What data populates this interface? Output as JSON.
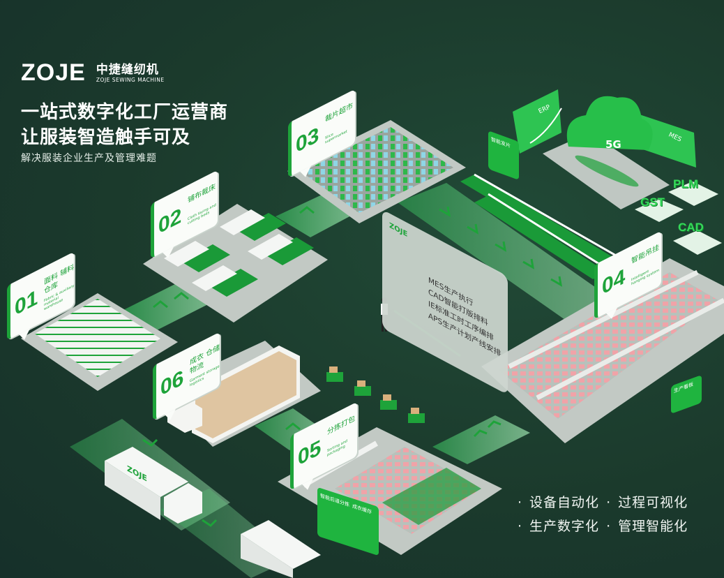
{
  "logo": {
    "brand": "ZOJE",
    "cn": "中捷缝纫机",
    "en": "ZOJE SEWING MACHINE"
  },
  "headline": {
    "line1": "一站式数字化工厂运营商",
    "line2": "让服装智造触手可及",
    "subtitle": "解决服装企业生产及管理难题"
  },
  "stations": [
    {
      "num": "01",
      "title": "面料 辅料仓库",
      "en": "Fabric & auxiliary material warehouse"
    },
    {
      "num": "02",
      "title": "铺布裁床",
      "en": "Cloth laying and cutting beds"
    },
    {
      "num": "03",
      "title": "裁片超市",
      "en": "Slice supermarket"
    },
    {
      "num": "04",
      "title": "智能吊挂",
      "en": "Intelligent hanging system"
    },
    {
      "num": "05",
      "title": "分拣打包",
      "en": "Sorting and packaging"
    },
    {
      "num": "06",
      "title": "成衣 仓储物流",
      "en": "Garment storage logistics"
    }
  ],
  "panel": {
    "brand": "ZOJE",
    "items": [
      "MES生产执行",
      "CAD智能打版排料",
      "IE标准工时工序编排",
      "APS生产计划产线安排"
    ]
  },
  "systems": {
    "erp": "ERP",
    "fiveg": "5G",
    "mes": "MES",
    "gst": "GST",
    "plm": "PLM",
    "cad": "CAD"
  },
  "tags": {
    "dispatch": "智能发片",
    "board": "生产看板",
    "sorting": "智能后道分拣",
    "cache": "成衣缓存"
  },
  "truck_brand": "ZOJE",
  "points": [
    "设备自动化",
    "过程可视化",
    "生产数字化",
    "管理智能化"
  ],
  "colors": {
    "bg": "#1c3a2d",
    "accent": "#1ea33a",
    "platform": "#c2c9c4"
  }
}
